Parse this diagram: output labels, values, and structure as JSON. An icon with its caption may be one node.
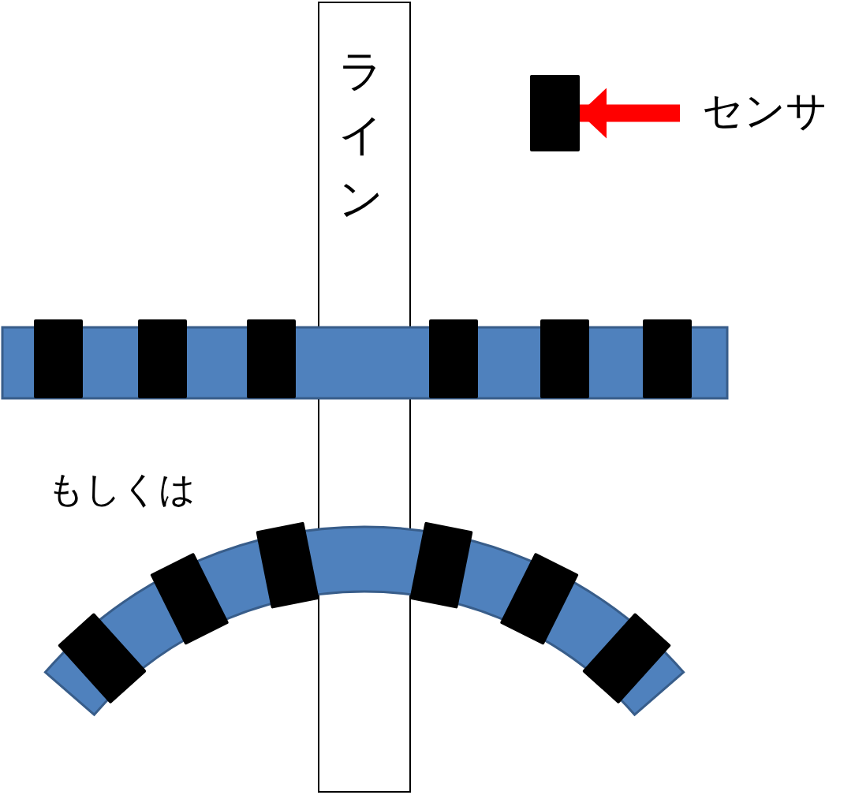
{
  "diagram": {
    "nodes": [
      {
        "text": [
          "ライン"
        ]
      },
      {
        "text": [],
        "shape": "box"
      },
      {
        "text": [
          "センサ"
        ]
      }
    ],
    "edges": [
      {
        "from": 2,
        "to": 1,
        "arrow": "to",
        "color": "#ff0000"
      }
    ],
    "labels": [
      "もしくは"
    ]
  }
}
